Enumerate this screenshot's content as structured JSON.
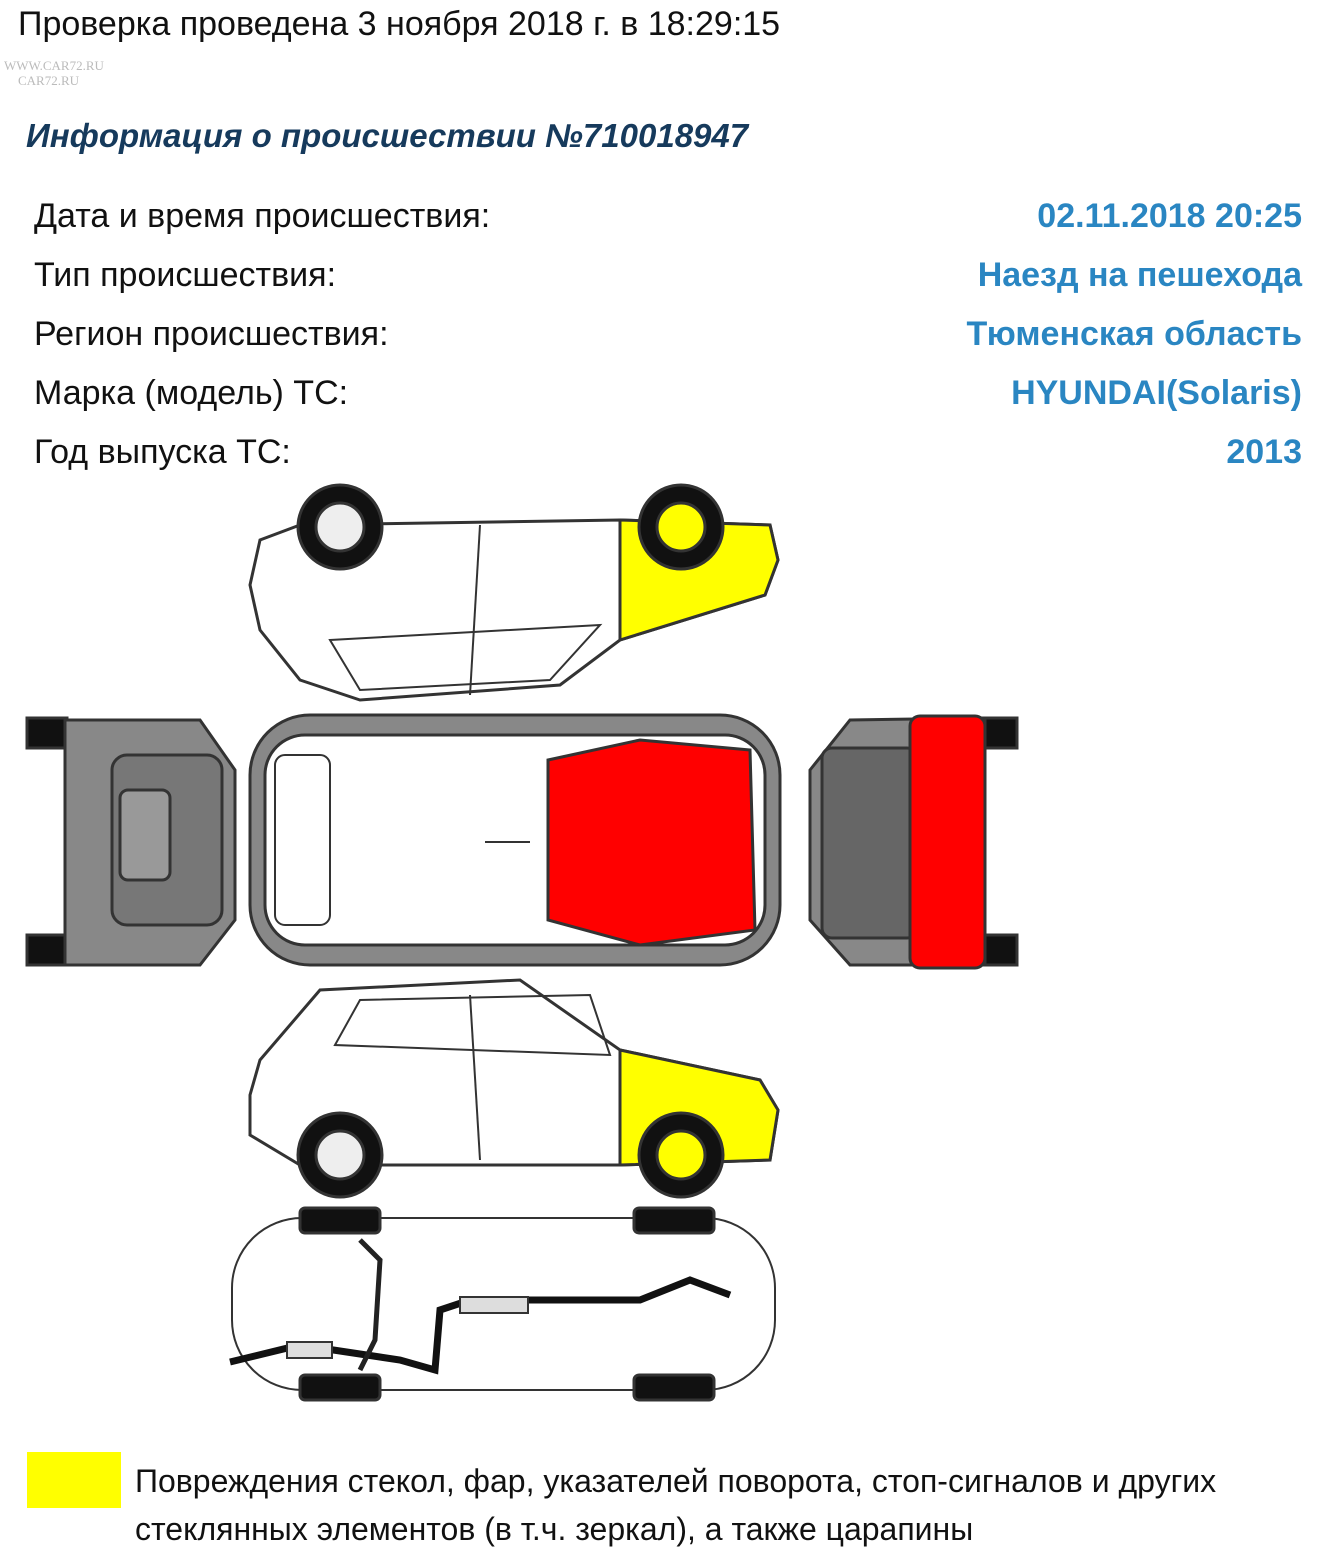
{
  "watermark": [
    "WWW.CAR72.RU",
    "CAR72.RU"
  ],
  "check_text": "Проверка проведена 3 ноября 2018 г. в 18:29:15",
  "heading": "Информация о происшествии №710018947",
  "info_rows": [
    {
      "label": "Дата и время происшествия:",
      "value": "02.11.2018 20:25"
    },
    {
      "label": "Тип происшествия:",
      "value": "Наезд на пешехода"
    },
    {
      "label": "Регион происшествия:",
      "value": "Тюменская область"
    },
    {
      "label": "Марка (модель) ТС:",
      "value": "HYUNDAI(Solaris)"
    },
    {
      "label": "Год выпуска ТС:",
      "value": "2013"
    }
  ],
  "damage_colors": {
    "minor": "#ffff00",
    "major": "#ff0000"
  },
  "legend": [
    {
      "color": "#ffff00",
      "text": "Повреждения стекол, фар, указателей поворота, стоп-сигналов и других стеклянных элементов (в т.ч. зеркал), а также царапины"
    }
  ]
}
